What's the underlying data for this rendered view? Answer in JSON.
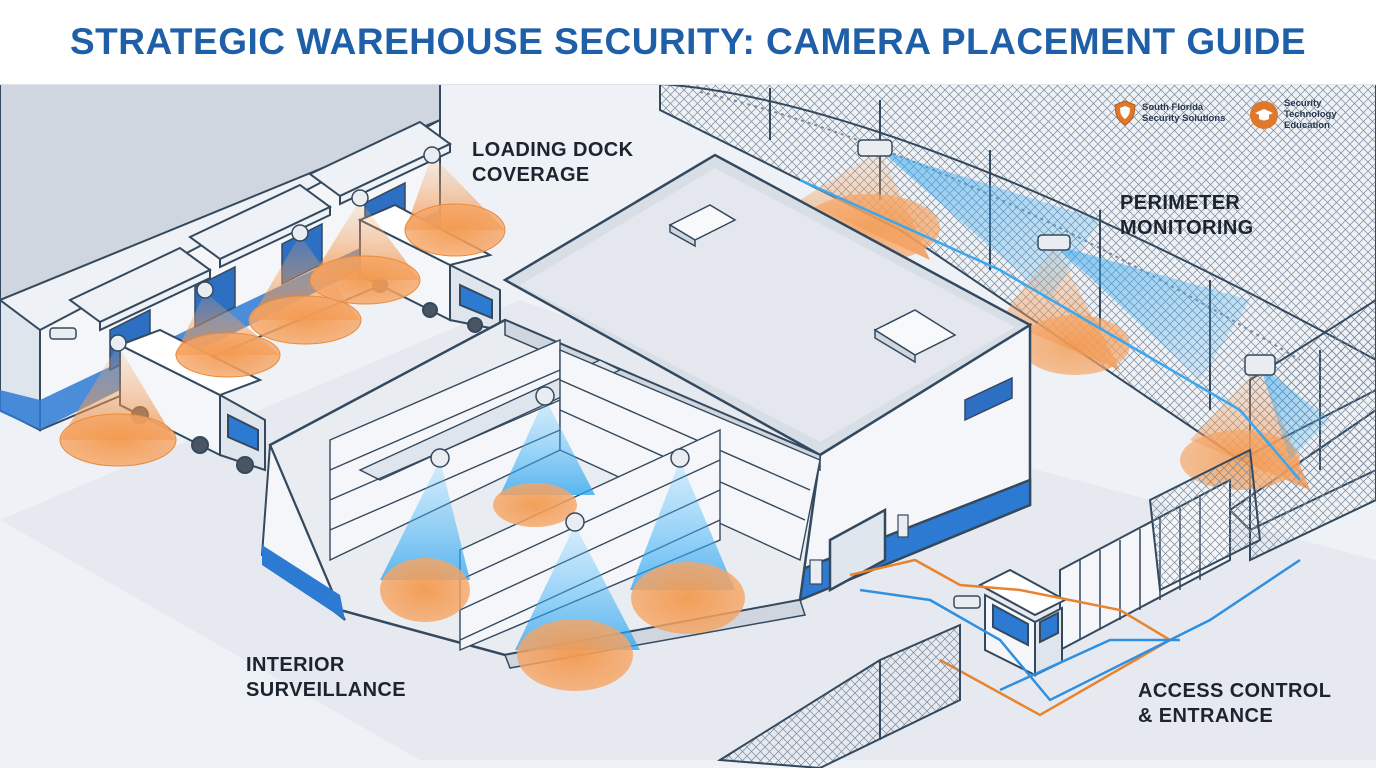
{
  "header": {
    "title": "STRATEGIC WAREHOUSE SECURITY: CAMERA PLACEMENT GUIDE"
  },
  "zones": {
    "loading_dock": {
      "line1": "LOADING DOCK",
      "line2": "COVERAGE"
    },
    "perimeter": {
      "line1": "PERIMETER",
      "line2": "MONITORING"
    },
    "interior": {
      "line1": "INTERIOR",
      "line2": "SURVEILLANCE"
    },
    "access": {
      "line1": "ACCESS CONTROL",
      "line2": "& ENTRANCE"
    }
  },
  "brands": [
    {
      "line1": "South Florida",
      "line2": "Security Solutions",
      "line3": "",
      "icon": "shield-icon",
      "color": "#e0782c"
    },
    {
      "line1": "Security",
      "line2": "Technology",
      "line3": "Education",
      "icon": "graduation-cap-icon",
      "color": "#e0782c"
    }
  ],
  "colors": {
    "title": "#1f5fa8",
    "coverage_orange": "#f4a25a",
    "coverage_blue": "#48b3ee",
    "building_accent": "#2d7ad3",
    "outline": "#34495e",
    "access_path_blue": "#2f8fe0",
    "access_path_orange": "#e8832f"
  }
}
